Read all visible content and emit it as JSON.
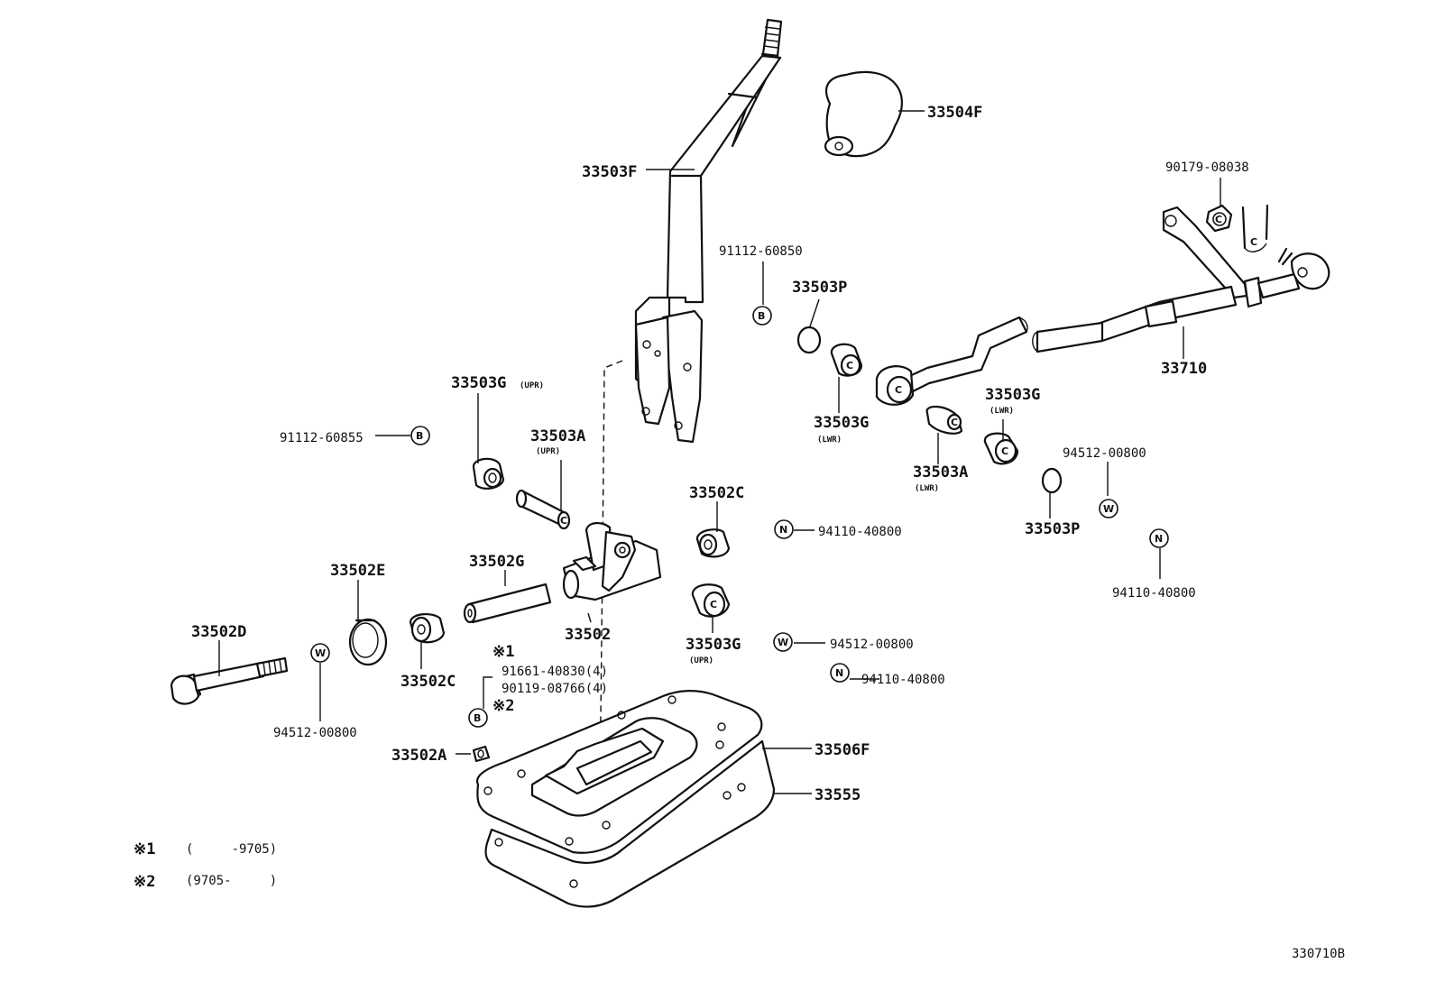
{
  "labels": {
    "p33504F": "33504F",
    "p33503F": "33503F",
    "p90179": "90179-08038",
    "p91112_60850": "91112-60850",
    "p33503P_top": "33503P",
    "p33710": "33710",
    "p33503G_upr_top": "33503G",
    "p33503G_lwr_mid": "33503G",
    "p33503G_lwr_right": "33503G",
    "p91112_60855": "91112-60855",
    "p33503A_upr": "33503A",
    "p33503A_lwr": "33503A",
    "p94512_right": "94512-00800",
    "p33502C_top": "33502C",
    "p94110_mid": "94110-40800",
    "p33503P_bottom": "33503P",
    "p94110_right": "94110-40800",
    "p33502E": "33502E",
    "p33502G": "33502G",
    "p33502D": "33502D",
    "p33502": "33502",
    "p33503G_upr_bottom": "33503G",
    "p94512_mid": "94512-00800",
    "p94110_lower": "94110-40800",
    "p33502C_left": "33502C",
    "p91661": "91661-40830(4)",
    "p90119": "90119-08766(4)",
    "p94512_left": "94512-00800",
    "p33502A": "33502A",
    "p33506F": "33506F",
    "p33555": "33555",
    "note1_mark": "※1",
    "note2_mark": "※2",
    "ref_code": "330710B"
  },
  "tags": {
    "upr": "(UPR)",
    "lwr": "(LWR)"
  },
  "symbols": {
    "b": "B",
    "n": "N",
    "w": "W",
    "c": "C"
  },
  "legend": {
    "row1_mark": "※1",
    "row1_text": "(     -9705)",
    "row2_mark": "※2",
    "row2_text": "(9705-     )"
  }
}
